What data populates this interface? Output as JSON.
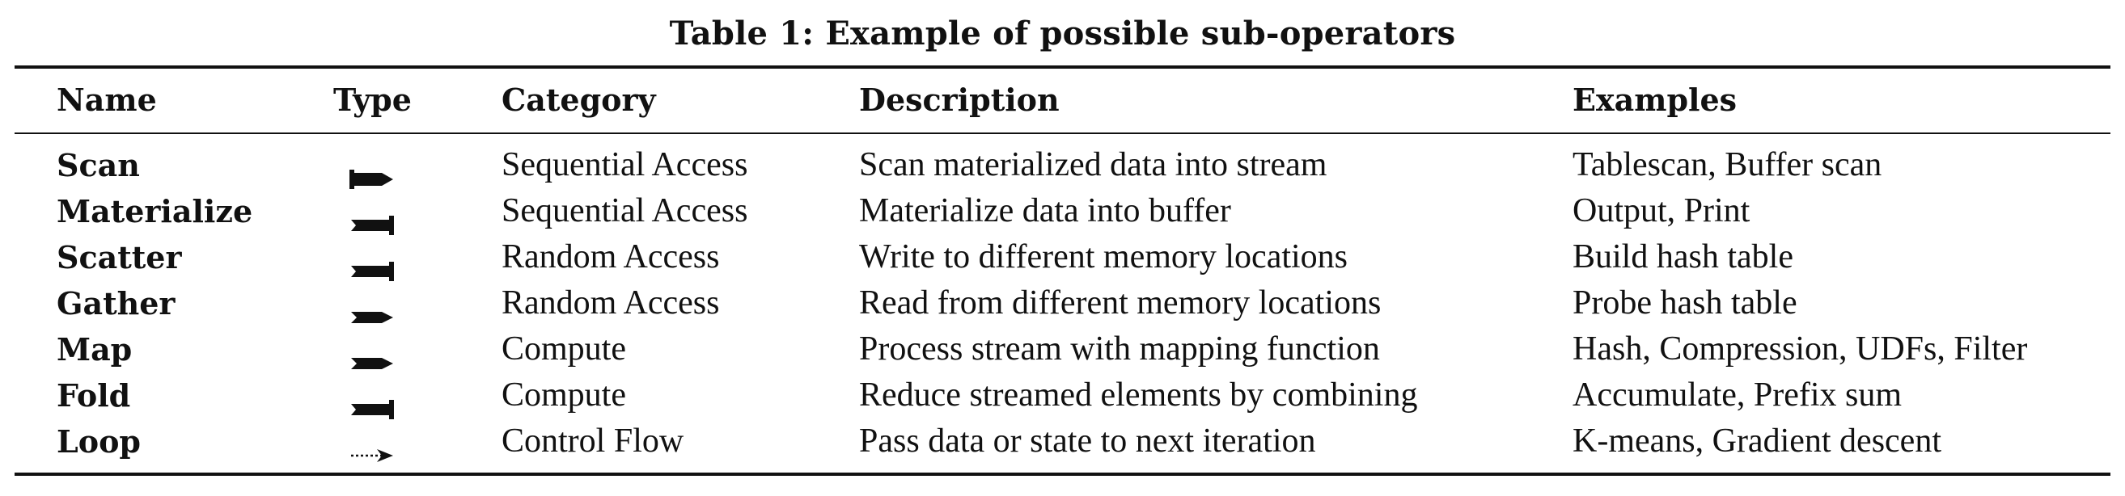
{
  "caption": "Table 1: Example of possible sub-operators",
  "columns": {
    "name": "Name",
    "type": "Type",
    "category": "Category",
    "description": "Description",
    "examples": "Examples"
  },
  "rows": [
    {
      "name": "Scan",
      "type_icon": "stream-out-icon",
      "category": "Sequential Access",
      "description": "Scan materialized data into stream",
      "examples": "Tablescan, Buffer scan"
    },
    {
      "name": "Materialize",
      "type_icon": "stream-in-icon",
      "category": "Sequential Access",
      "description": "Materialize data into buffer",
      "examples": "Output, Print"
    },
    {
      "name": "Scatter",
      "type_icon": "stream-in-icon",
      "category": "Random Access",
      "description": "Write to different memory locations",
      "examples": "Build hash table"
    },
    {
      "name": "Gather",
      "type_icon": "stream-through-icon",
      "category": "Random Access",
      "description": "Read from different memory locations",
      "examples": "Probe hash table"
    },
    {
      "name": "Map",
      "type_icon": "stream-through-icon",
      "category": "Compute",
      "description": "Process stream with mapping function",
      "examples": "Hash, Compression, UDFs, Filter"
    },
    {
      "name": "Fold",
      "type_icon": "stream-in-icon",
      "category": "Compute",
      "description": "Reduce streamed elements by combining",
      "examples": "Accumulate, Prefix sum"
    },
    {
      "name": "Loop",
      "type_icon": "dashed-arrow-icon",
      "category": "Control Flow",
      "description": "Pass data or state to next iteration",
      "examples": "K-means, Gradient descent"
    }
  ]
}
